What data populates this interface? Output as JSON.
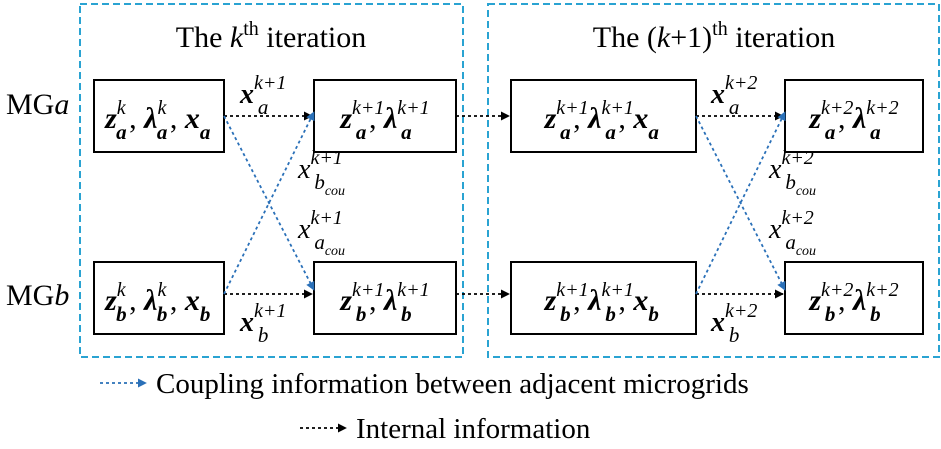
{
  "titles": {
    "iter_k": {
      "prefix": "The ",
      "var": "k",
      "sup": "th",
      "suffix": " iteration"
    },
    "iter_k1": {
      "prefix": "The (",
      "var": "k",
      "mid": "+1)",
      "sup": "th",
      "suffix": " iteration"
    }
  },
  "rows": {
    "a": "MG",
    "a_var": "a",
    "b": "MG",
    "b_var": "b"
  },
  "nodes": {
    "a1": [
      {
        "v": "z",
        "s": "a",
        "p": "k"
      },
      {
        "v": "λ",
        "s": "a",
        "p": "k"
      },
      {
        "v": "x",
        "s": "a",
        "p": ""
      }
    ],
    "a2": [
      {
        "v": "z",
        "s": "a",
        "p": "k+1"
      },
      {
        "v": "λ",
        "s": "a",
        "p": "k+1"
      }
    ],
    "a3": [
      {
        "v": "z",
        "s": "a",
        "p": "k+1"
      },
      {
        "v": "λ",
        "s": "a",
        "p": "k+1"
      },
      {
        "v": "x",
        "s": "a",
        "p": ""
      }
    ],
    "a4": [
      {
        "v": "z",
        "s": "a",
        "p": "k+2"
      },
      {
        "v": "λ",
        "s": "a",
        "p": "k+2"
      }
    ],
    "b1": [
      {
        "v": "z",
        "s": "b",
        "p": "k"
      },
      {
        "v": "λ",
        "s": "b",
        "p": "k"
      },
      {
        "v": "x",
        "s": "b",
        "p": ""
      }
    ],
    "b2": [
      {
        "v": "z",
        "s": "b",
        "p": "k+1"
      },
      {
        "v": "λ",
        "s": "b",
        "p": "k+1"
      }
    ],
    "b3": [
      {
        "v": "z",
        "s": "b",
        "p": "k+1"
      },
      {
        "v": "λ",
        "s": "b",
        "p": "k+1"
      },
      {
        "v": "x",
        "s": "b",
        "p": ""
      }
    ],
    "b4": [
      {
        "v": "z",
        "s": "b",
        "p": "k+2"
      },
      {
        "v": "λ",
        "s": "b",
        "p": "k+2"
      }
    ]
  },
  "arrow_labels": {
    "xa_k1": {
      "v": "x",
      "s": "a",
      "p": "k+1"
    },
    "xb_k1": {
      "v": "x",
      "s": "b",
      "p": "k+1"
    },
    "xa_k2": {
      "v": "x",
      "s": "a",
      "p": "k+2"
    },
    "xb_k2": {
      "v": "x",
      "s": "b",
      "p": "k+2"
    },
    "xbcou_k1": {
      "v": "x",
      "s": "b",
      "ss": "cou",
      "p": "k+1"
    },
    "xacou_k1": {
      "v": "x",
      "s": "a",
      "ss": "cou",
      "p": "k+1"
    },
    "xbcou_k2": {
      "v": "x",
      "s": "b",
      "ss": "cou",
      "p": "k+2"
    },
    "xacou_k2": {
      "v": "x",
      "s": "a",
      "ss": "cou",
      "p": "k+2"
    }
  },
  "legend": {
    "coupling": "Coupling information between adjacent microgrids",
    "internal": "Internal information"
  },
  "colors": {
    "frame": "#2aa3d2",
    "coupling_arrow": "#2a70b8",
    "internal_arrow": "#000000"
  }
}
